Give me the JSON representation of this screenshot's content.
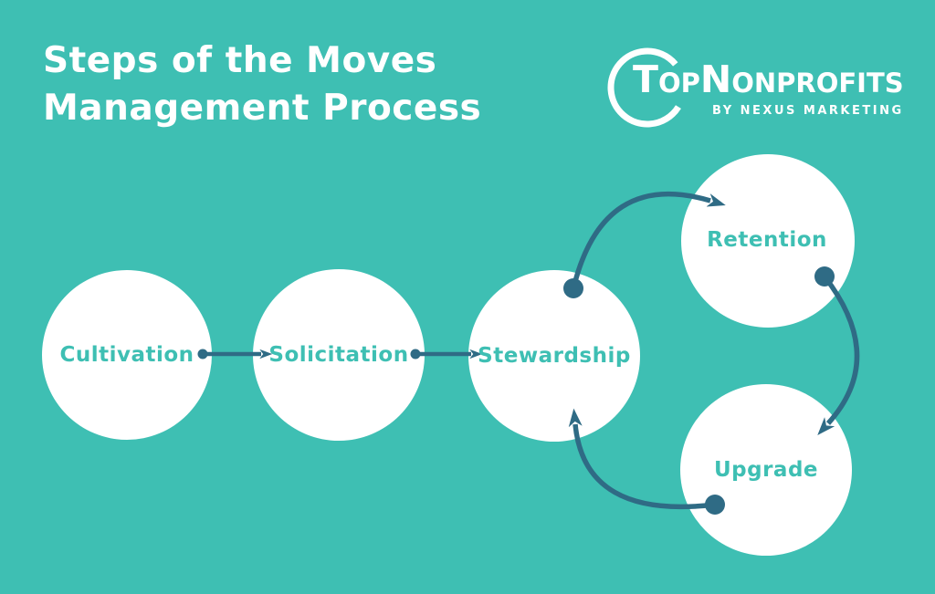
{
  "header": {
    "title_line1": "Steps of the Moves",
    "title_line2": "Management Process"
  },
  "logo": {
    "name": "TopNonprofits",
    "tagline": "BY NEXUS MARKETING"
  },
  "diagram": {
    "steps": [
      {
        "id": "cultivation",
        "label": "Cultivation"
      },
      {
        "id": "solicitation",
        "label": "Solicitation"
      },
      {
        "id": "stewardship",
        "label": "Stewardship"
      },
      {
        "id": "retention",
        "label": "Retention"
      },
      {
        "id": "upgrade",
        "label": "Upgrade"
      }
    ],
    "connections": [
      {
        "from": "Cultivation",
        "to": "Solicitation",
        "style": "straight-arrow"
      },
      {
        "from": "Solicitation",
        "to": "Stewardship",
        "style": "straight-arrow"
      },
      {
        "from": "Stewardship",
        "to": "Retention",
        "style": "curved-arrow"
      },
      {
        "from": "Retention",
        "to": "Upgrade",
        "style": "curved-arrow"
      },
      {
        "from": "Upgrade",
        "to": "Stewardship",
        "style": "curved-arrow"
      }
    ]
  },
  "colors": {
    "background": "#3ebfb3",
    "circle_fill": "#ffffff",
    "step_label": "#3ebfb3",
    "arrow": "#2f6b85",
    "heading_text": "#ffffff"
  }
}
